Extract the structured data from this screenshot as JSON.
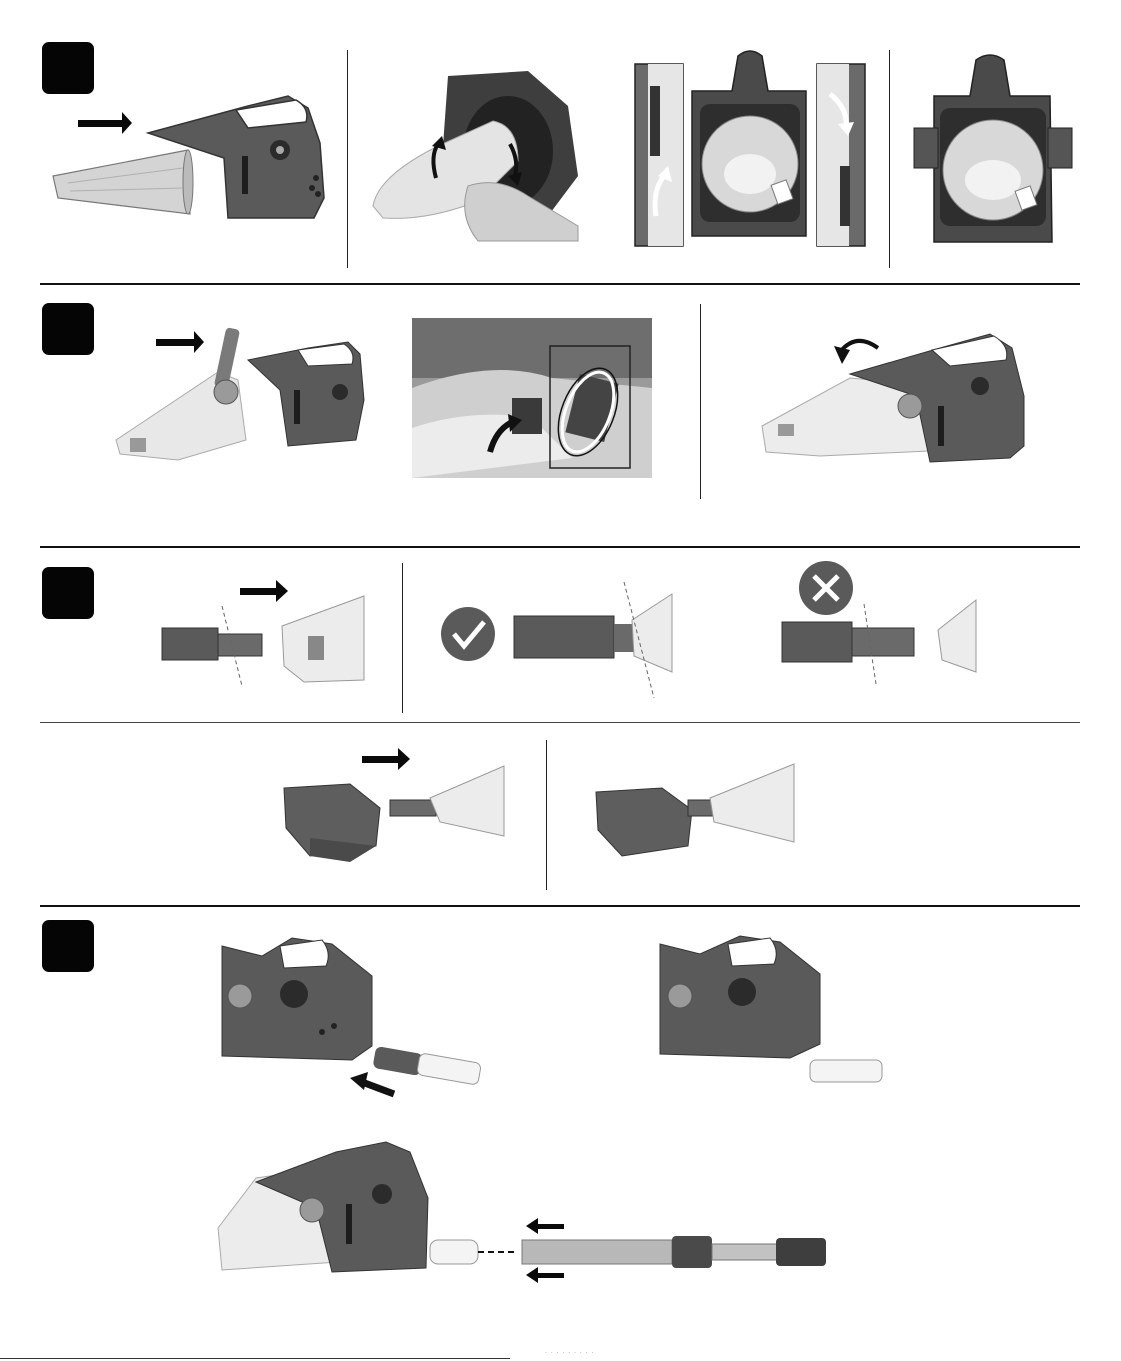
{
  "document": {
    "type": "assembly-instructions",
    "steps": [
      {
        "id": "step-1",
        "panels": [
          "insert-filter-bag",
          "twist-filter-bag",
          "fold-filter-edges",
          "filter-installed"
        ]
      },
      {
        "id": "step-2",
        "panels": [
          "attach-nozzle",
          "hinge-detail",
          "close-nozzle"
        ]
      },
      {
        "id": "step-3",
        "panels": [
          "attach-adapter",
          "correct-alignment",
          "incorrect-alignment"
        ]
      },
      {
        "id": "step-3b",
        "panels": [
          "attach-brush-head",
          "brush-head-attached"
        ]
      },
      {
        "id": "step-4",
        "panels": [
          "insert-pole-adapter",
          "pole-adapter-inserted",
          "attach-telescopic-pole"
        ]
      }
    ],
    "status_icons": {
      "correct": "check-icon",
      "incorrect": "cross-icon"
    },
    "colors": {
      "body": "#5a5a5a",
      "body_dark": "#3e3e3e",
      "filter": "#d6d6d6",
      "clear_plastic": "#e8e8e8",
      "ink": "#0a0a0a"
    },
    "footer": {
      "text": "· · · · · · · · ·"
    }
  }
}
